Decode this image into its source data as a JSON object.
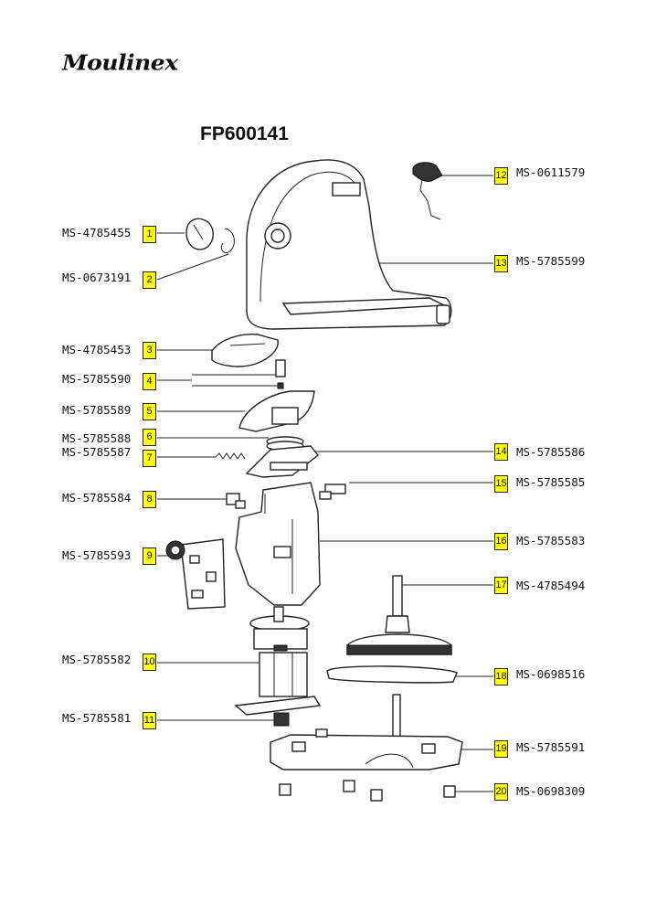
{
  "brand": "Moulinex",
  "model": "FP600141",
  "parts": [
    {
      "no": "1",
      "ref": "MS-4785455"
    },
    {
      "no": "2",
      "ref": "MS-0673191"
    },
    {
      "no": "3",
      "ref": "MS-4785453"
    },
    {
      "no": "4",
      "ref": "MS-5785590"
    },
    {
      "no": "5",
      "ref": "MS-5785589"
    },
    {
      "no": "6",
      "ref": "MS-5785588"
    },
    {
      "no": "7",
      "ref": "MS-5785587"
    },
    {
      "no": "8",
      "ref": "MS-5785584"
    },
    {
      "no": "9",
      "ref": "MS-5785593"
    },
    {
      "no": "10",
      "ref": "MS-5785582"
    },
    {
      "no": "11",
      "ref": "MS-5785581"
    },
    {
      "no": "12",
      "ref": "MS-0611579"
    },
    {
      "no": "13",
      "ref": "MS-5785599"
    },
    {
      "no": "14",
      "ref": "MS-5785586"
    },
    {
      "no": "15",
      "ref": "MS-5785585"
    },
    {
      "no": "16",
      "ref": "MS-5785583"
    },
    {
      "no": "17",
      "ref": "MS-4785494"
    },
    {
      "no": "18",
      "ref": "MS-0698516"
    },
    {
      "no": "19",
      "ref": "MS-5785591"
    },
    {
      "no": "20",
      "ref": "MS-0698309"
    }
  ]
}
